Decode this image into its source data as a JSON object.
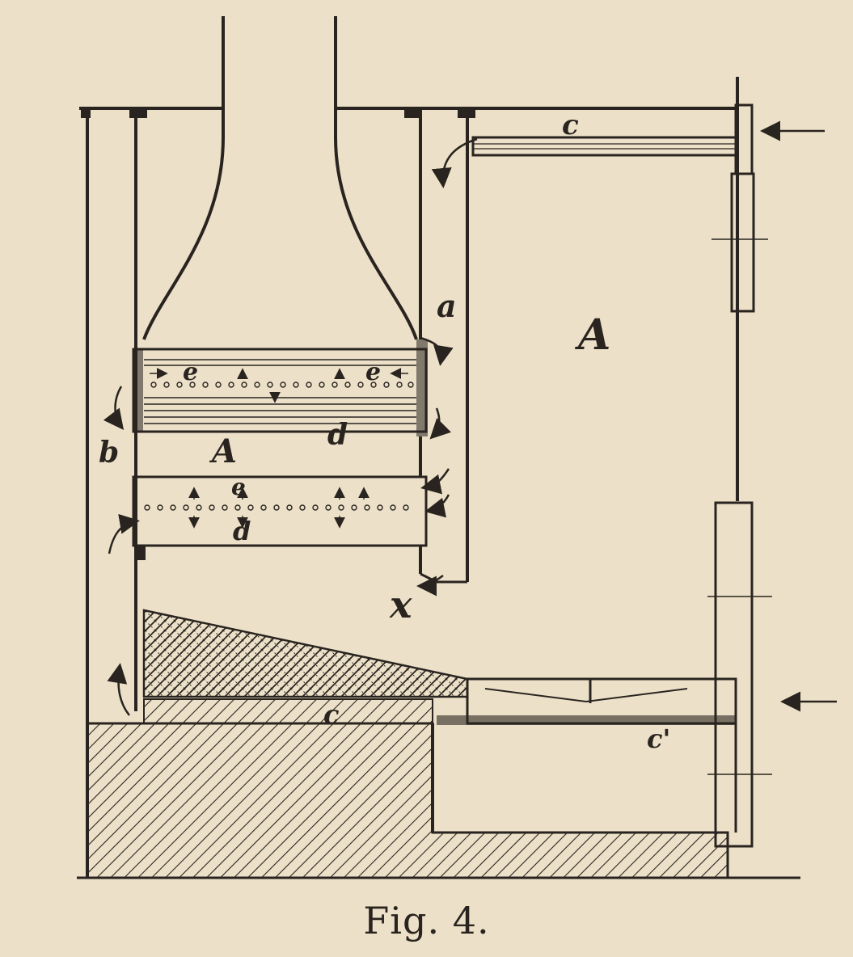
{
  "caption": "Fig. 4.",
  "labels": {
    "A_main": "A",
    "A_lower": "A",
    "a_upper": "a",
    "b_left": "b",
    "c_top": "c",
    "c_floor": "c",
    "c_prime": "c'",
    "d_upper": "d",
    "d_lower": "d",
    "e_left": "e",
    "e_right": "e",
    "e_lower": "e",
    "x_label": "x"
  },
  "colors": {
    "paper": "#ece1c8",
    "ink": "#2a2420"
  }
}
